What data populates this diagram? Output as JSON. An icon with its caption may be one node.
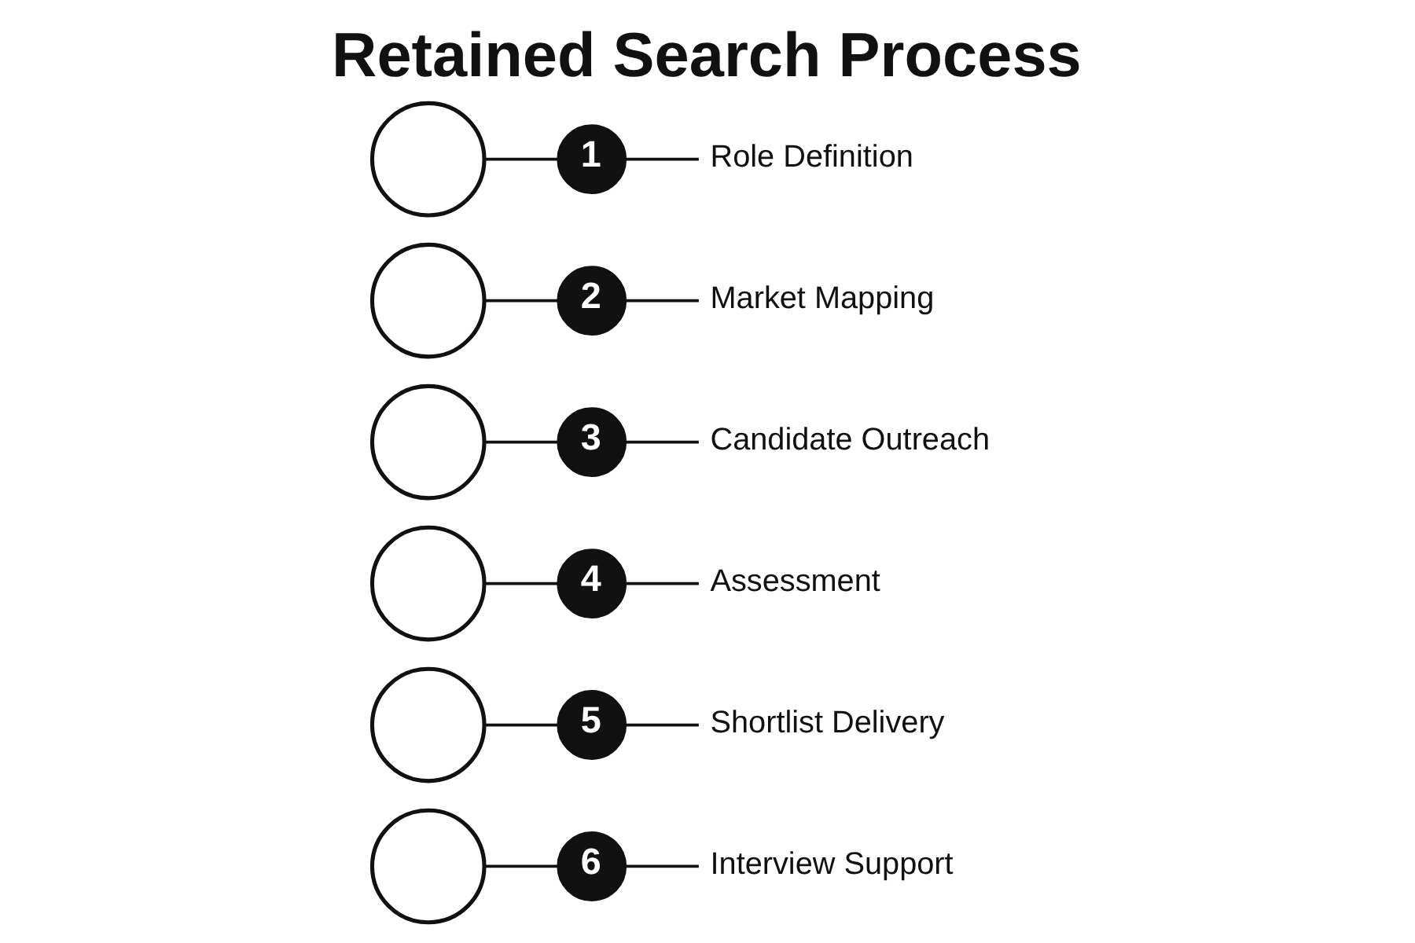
{
  "diagram": {
    "title": "Retained Search Process",
    "nodes": [
      {
        "text": [],
        "shape": "circle"
      },
      {
        "text": [
          "1"
        ]
      },
      {
        "text": [
          "Role Definition"
        ]
      },
      {
        "text": [],
        "shape": "circle"
      },
      {
        "text": [
          "2"
        ]
      },
      {
        "text": [
          "Market Mapping"
        ]
      },
      {
        "text": [],
        "shape": "circle"
      },
      {
        "text": [
          "3"
        ]
      },
      {
        "text": [
          "Candidate Outreach"
        ]
      },
      {
        "text": [],
        "shape": "circle"
      },
      {
        "text": [
          "4"
        ]
      },
      {
        "text": [
          "Assessment"
        ]
      },
      {
        "text": [],
        "shape": "circle"
      },
      {
        "text": [
          "5"
        ]
      },
      {
        "text": [
          "Shortlist Delivery"
        ]
      },
      {
        "text": [],
        "shape": "circle"
      },
      {
        "text": [
          "6"
        ]
      },
      {
        "text": [
          "Interview Support"
        ]
      }
    ],
    "edges": [
      {
        "from": 0,
        "to": 1,
        "arrow": "none"
      },
      {
        "from": 1,
        "to": 2,
        "arrow": "none"
      },
      {
        "from": 3,
        "to": 4,
        "arrow": "none"
      },
      {
        "from": 4,
        "to": 5,
        "arrow": "none"
      },
      {
        "from": 6,
        "to": 7,
        "arrow": "none"
      },
      {
        "from": 7,
        "to": 8,
        "arrow": "none"
      },
      {
        "from": 9,
        "to": 10,
        "arrow": "none"
      },
      {
        "from": 10,
        "to": 11,
        "arrow": "none"
      },
      {
        "from": 12,
        "to": 13,
        "arrow": "none"
      },
      {
        "from": 13,
        "to": 14,
        "arrow": "none"
      },
      {
        "from": 15,
        "to": 16,
        "arrow": "none"
      },
      {
        "from": 16,
        "to": 17,
        "arrow": "none"
      }
    ]
  }
}
